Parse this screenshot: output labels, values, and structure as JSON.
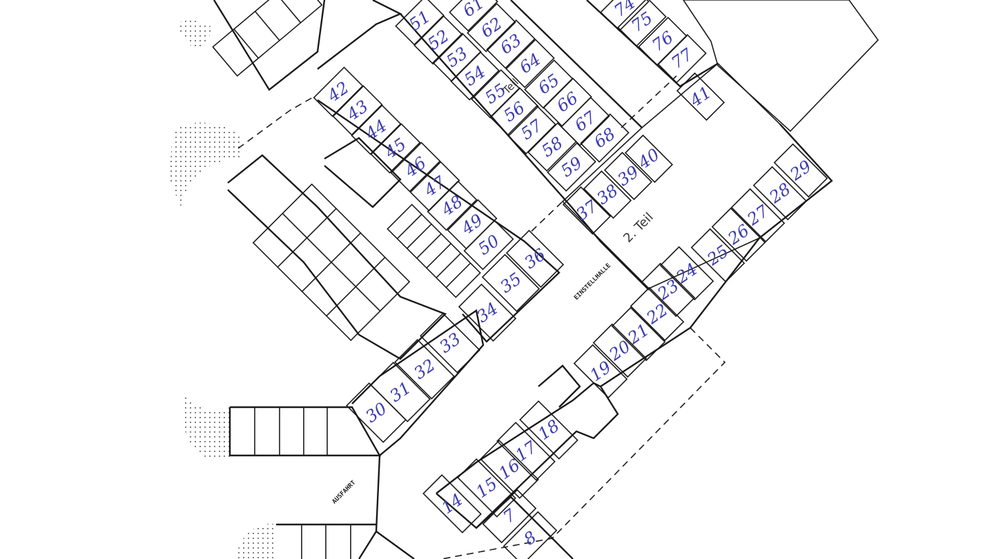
{
  "colors": {
    "stall_number": "#3b3bb0",
    "lines": "#1a1a1a",
    "shaded_area": "#bdbdbd",
    "background": "#ffffff"
  },
  "labels": {
    "hall": "EINSTELLHALLE",
    "section_2": "2. Teil",
    "section_1": "Teil",
    "exit": "AUSFAHRT"
  },
  "stall_rows": [
    {
      "name": "row-51-59",
      "numbers": [
        "51",
        "52",
        "53",
        "54",
        "55",
        "56",
        "57",
        "58",
        "59"
      ]
    },
    {
      "name": "row-61-68",
      "numbers": [
        "61",
        "62",
        "63",
        "64",
        "65",
        "66",
        "67",
        "68"
      ]
    },
    {
      "name": "row-74-77",
      "numbers": [
        "74",
        "75",
        "76",
        "77"
      ]
    },
    {
      "name": "row-42-50",
      "numbers": [
        "42",
        "43",
        "44",
        "45",
        "46",
        "47",
        "48",
        "49",
        "50"
      ]
    },
    {
      "name": "row-34-36",
      "numbers": [
        "34",
        "35",
        "36"
      ]
    },
    {
      "name": "row-30-33",
      "numbers": [
        "30",
        "31",
        "32",
        "33"
      ]
    },
    {
      "name": "row-14-18",
      "numbers": [
        "14",
        "15",
        "16",
        "17",
        "18"
      ]
    },
    {
      "name": "row-19-22",
      "numbers": [
        "19",
        "20",
        "21",
        "22"
      ]
    },
    {
      "name": "row-23-29",
      "numbers": [
        "23",
        "24",
        "25",
        "26",
        "27",
        "28",
        "29"
      ]
    },
    {
      "name": "row-37-41",
      "numbers": [
        "37",
        "38",
        "39",
        "40",
        "41"
      ]
    },
    {
      "name": "row-7-8",
      "numbers": [
        "7",
        "8"
      ]
    }
  ]
}
